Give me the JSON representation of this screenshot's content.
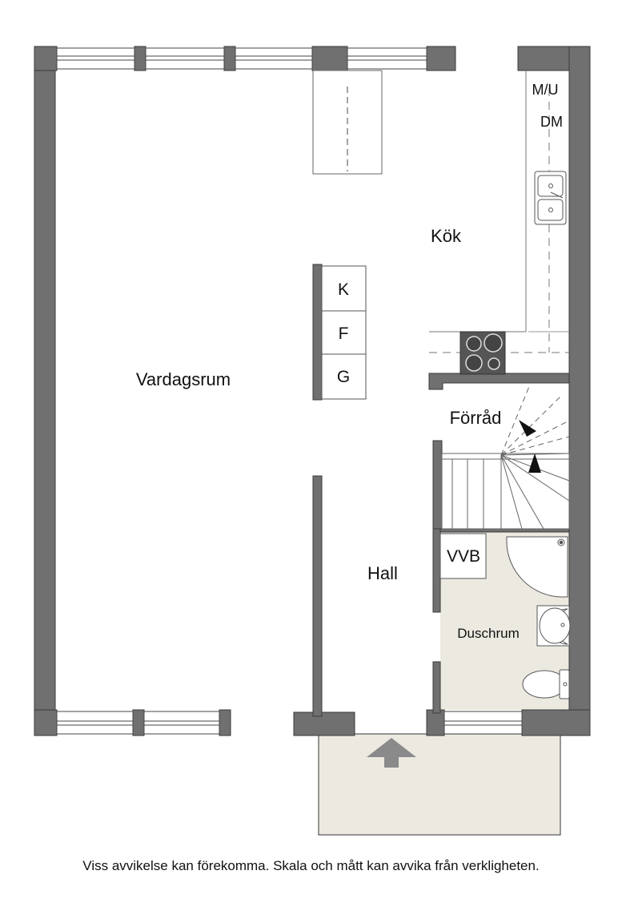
{
  "rooms": {
    "living_room": "Vardagsrum",
    "kitchen": "Kök",
    "storage": "Förråd",
    "hall": "Hall",
    "shower_room": "Duschrum"
  },
  "appliances": {
    "fridge": "K",
    "freezer": "F",
    "wardrobe": "G",
    "washer_dryer": "M/U",
    "dishwasher": "DM",
    "water_heater": "VVB"
  },
  "caption": "Viss avvikelse kan förekomma. Skala och mått kan avvika från verkligheten.",
  "colors": {
    "wall": "#707070",
    "wall_stroke": "#3a3a3a",
    "tile_floor": "#ece9e1",
    "patio": "#ece9e1",
    "arrow": "#8a8a8a"
  }
}
